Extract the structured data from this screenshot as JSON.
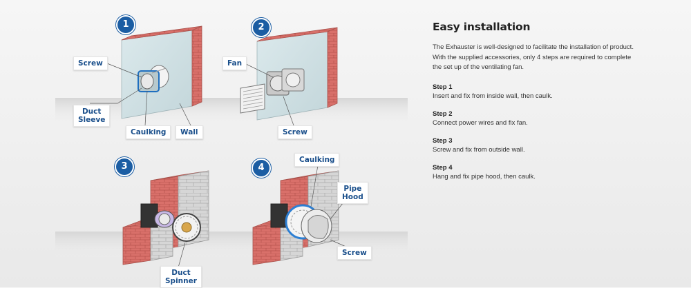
{
  "illustration": {
    "badges": [
      "1",
      "2",
      "3",
      "4"
    ],
    "callouts": {
      "screw_1": "Screw",
      "duct_sleeve": "Duct\nSleeve",
      "caulking_1": "Caulking",
      "wall": "Wall",
      "fan": "Fan",
      "screw_2": "Screw",
      "duct_spinner": "Duct\nSpinner",
      "caulking_4": "Caulking",
      "pipe_hood": "Pipe\nHood",
      "screw_4": "Screw"
    },
    "colors": {
      "badge": "#1b5da3",
      "callout_text": "#1a4f8b",
      "brick": "#d9706a",
      "panel": "#cfe0e4",
      "block": "#d4d4d4"
    }
  },
  "content": {
    "title": "Easy installation",
    "intro": "The Exhauster is well-designed to facilitate the installation of product. With the supplied accessories, only 4 steps are required to complete the set up of the ventilating fan.",
    "steps": [
      {
        "title": "Step 1",
        "desc": "Insert and fix from inside wall, then caulk."
      },
      {
        "title": "Step 2",
        "desc": "Connect power wires and fix fan."
      },
      {
        "title": "Step 3",
        "desc": "Screw and fix from outside wall."
      },
      {
        "title": "Step 4",
        "desc": "Hang and fix pipe hood, then caulk."
      }
    ]
  }
}
